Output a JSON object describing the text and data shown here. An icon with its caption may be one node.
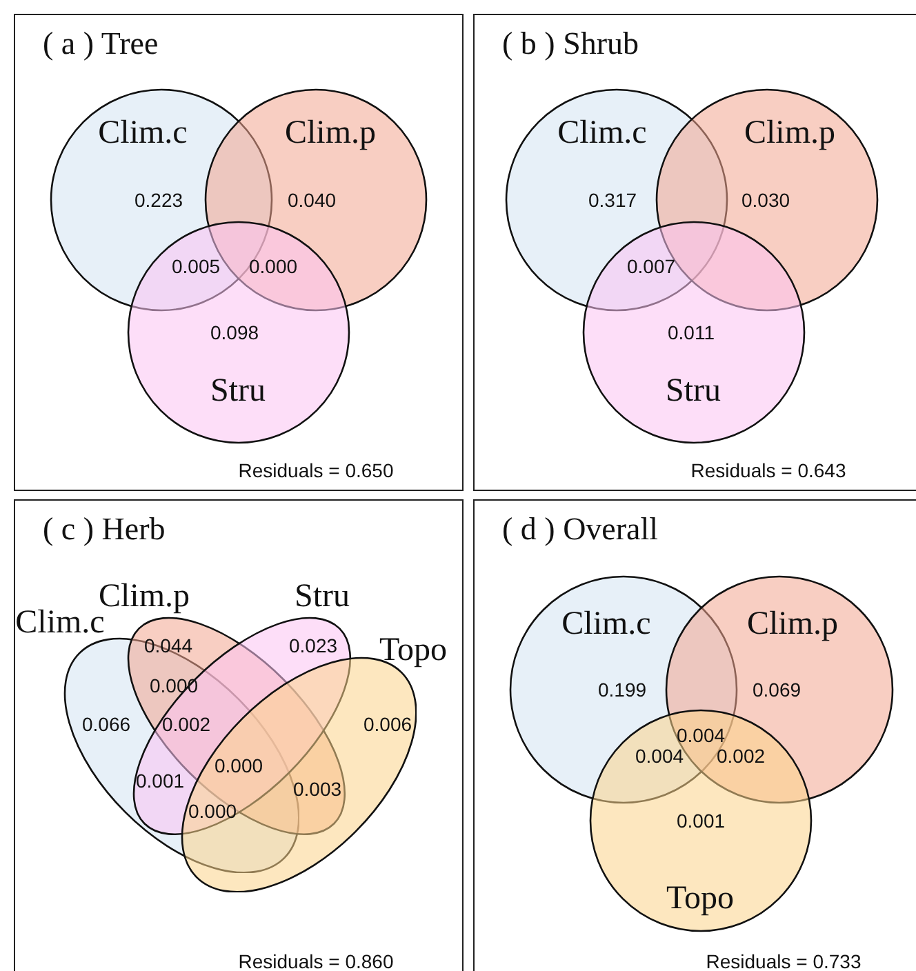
{
  "diagram": {
    "nodes": [
      {
        "text": [
          "( a ) Tree",
          "Residuals = 0.650"
        ]
      },
      {
        "text": [
          "Clim.c"
        ],
        "in": 0
      },
      {
        "text": [
          "Clim.p"
        ],
        "in": 0
      },
      {
        "text": [
          "Stru"
        ],
        "in": 0
      },
      {
        "text": [
          "( b ) Shrub",
          "Residuals = 0.643"
        ]
      },
      {
        "text": [
          "Clim.c"
        ],
        "in": 4
      },
      {
        "text": [
          "Clim.p"
        ],
        "in": 4
      },
      {
        "text": [
          "Stru"
        ],
        "in": 4
      },
      {
        "text": [
          "( c ) Herb",
          "Residuals = 0.860"
        ]
      },
      {
        "text": [
          "Clim.c"
        ],
        "in": 8
      },
      {
        "text": [
          "Clim.p"
        ],
        "in": 8
      },
      {
        "text": [
          "Stru"
        ],
        "in": 8
      },
      {
        "text": [
          "Topo"
        ],
        "in": 8
      },
      {
        "text": [
          "( d ) Overall",
          "Residuals = 0.733"
        ]
      },
      {
        "text": [
          "Clim.c"
        ],
        "in": 13
      },
      {
        "text": [
          "Clim.p"
        ],
        "in": 13
      },
      {
        "text": [
          "Topo"
        ],
        "in": 13
      }
    ],
    "labels": [
      "0.223",
      "0.040",
      "0.005",
      "0.000",
      "0.098",
      "0.317",
      "0.030",
      "0.007",
      "0.011",
      "0.044",
      "0.023",
      "0.000",
      "0.066",
      "0.002",
      "0.006",
      "0.000",
      "0.001",
      "0.000",
      "0.003",
      "0.199",
      "0.069",
      "0.004",
      "0.004",
      "0.002",
      "0.001"
    ]
  }
}
